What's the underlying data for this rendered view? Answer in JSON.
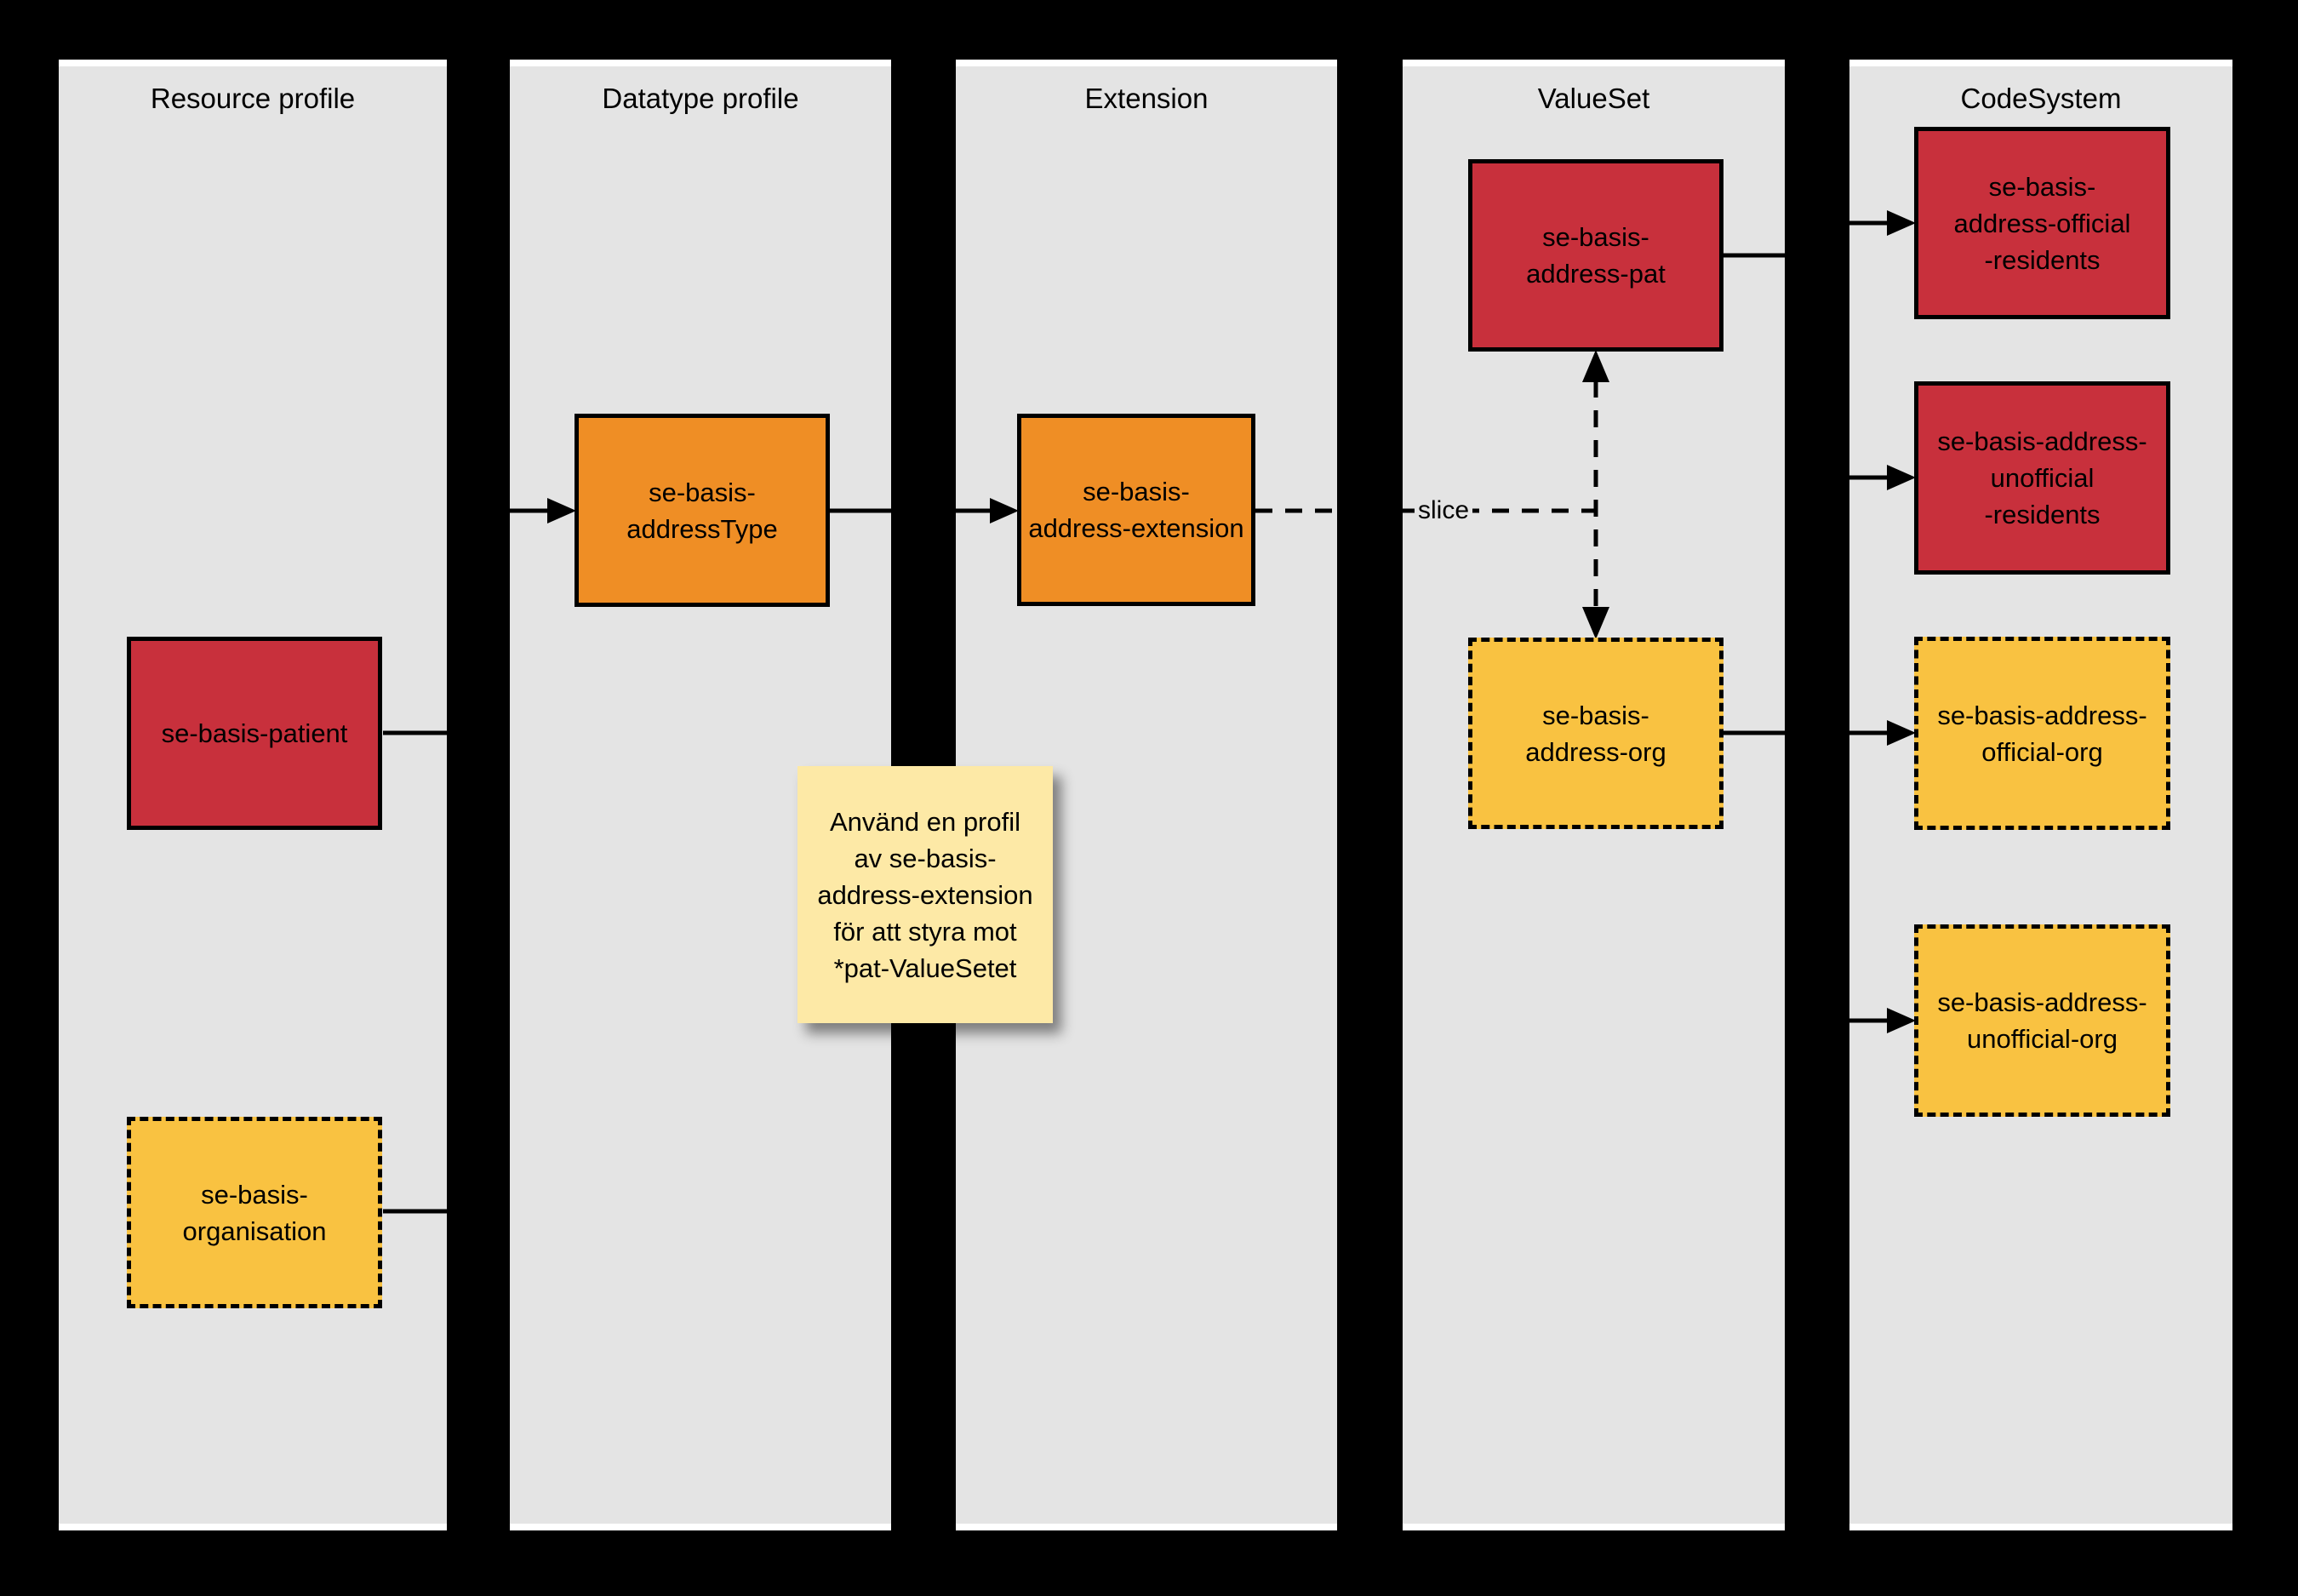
{
  "diagram": {
    "colors": {
      "background": "#000000",
      "lane_fill": "#E4E4E4",
      "lane_edge": "#FFFFFF",
      "red": "#C8303C",
      "orange": "#EF8E25",
      "yellow": "#F9C241",
      "note_fill": "#FDE9A6",
      "line": "#000000"
    },
    "columns": [
      {
        "title": "Resource profile"
      },
      {
        "title": "Datatype profile"
      },
      {
        "title": "Extension"
      },
      {
        "title": "ValueSet"
      },
      {
        "title": "CodeSystem"
      }
    ],
    "boxes": {
      "patient": {
        "label": "se-basis-patient",
        "color": "#C8303C",
        "border": "solid"
      },
      "organisation": {
        "label": "se-basis-\norganisation",
        "color": "#F9C241",
        "border": "dashed"
      },
      "address_type": {
        "label": "se-basis-\naddressType",
        "color": "#EF8E25",
        "border": "solid"
      },
      "address_extension": {
        "label": "se-basis-\naddress-extension",
        "color": "#EF8E25",
        "border": "solid"
      },
      "address_pat": {
        "label": "se-basis-\naddress-pat",
        "color": "#C8303C",
        "border": "solid"
      },
      "address_org": {
        "label": "se-basis-\naddress-org",
        "color": "#F9C241",
        "border": "dashed"
      },
      "official_residents": {
        "label": "se-basis-\naddress-official\n-residents",
        "color": "#C8303C",
        "border": "solid"
      },
      "unofficial_residents": {
        "label": "se-basis-address-\nunofficial\n-residents",
        "color": "#C8303C",
        "border": "solid"
      },
      "official_org": {
        "label": "se-basis-address-\nofficial-org",
        "color": "#F9C241",
        "border": "dashed"
      },
      "unofficial_org": {
        "label": "se-basis-address-\nunofficial-org",
        "color": "#F9C241",
        "border": "dashed"
      }
    },
    "note": {
      "text": "Använd en profil\nav se-basis-\naddress-extension\nför att styra mot\n*pat-ValueSetet"
    },
    "edge_label": "slice"
  }
}
